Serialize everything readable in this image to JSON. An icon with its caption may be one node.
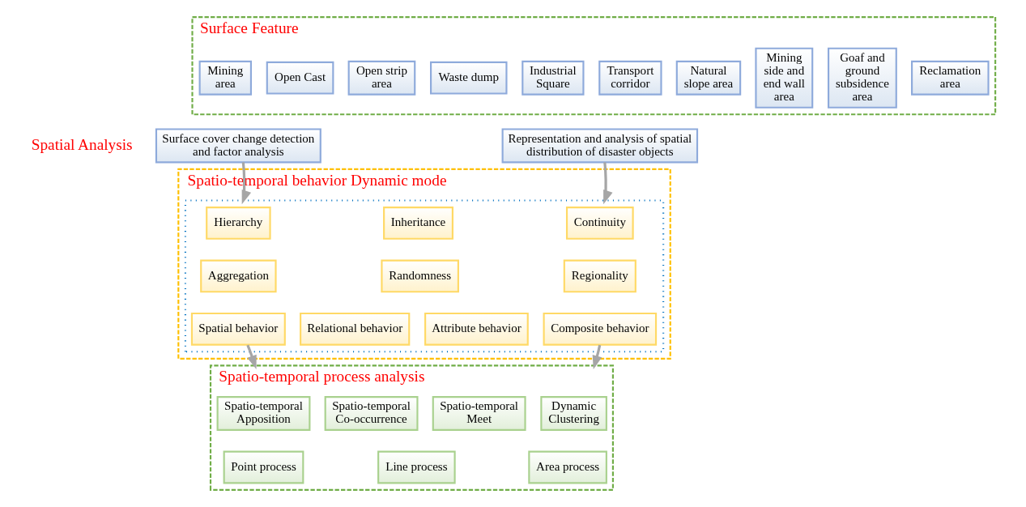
{
  "diagram": {
    "nodes": [
      {
        "text": [
          "Surface Feature"
        ]
      },
      {
        "text": [
          "Mining area"
        ],
        "in": 0
      },
      {
        "text": [
          "Open Cast"
        ],
        "in": 0
      },
      {
        "text": [
          "Open strip area"
        ],
        "in": 0
      },
      {
        "text": [
          "Waste dump"
        ],
        "in": 0
      },
      {
        "text": [
          "Industrial Square"
        ],
        "in": 0
      },
      {
        "text": [
          "Transport corridor"
        ],
        "in": 0
      },
      {
        "text": [
          "Natural slope area"
        ],
        "in": 0
      },
      {
        "text": [
          "Mining side and end wall area"
        ],
        "in": 0
      },
      {
        "text": [
          "Goaf and ground subsidence area"
        ],
        "in": 0
      },
      {
        "text": [
          "Reclamation area"
        ],
        "in": 0
      },
      {
        "text": [
          "Surface cover change detection and factor analysis"
        ]
      },
      {
        "text": [
          "Representation and analysis of spatial distribution of disaster objects"
        ]
      },
      {
        "text": [
          "Spatio-temporal behavior Dynamic mode"
        ]
      },
      {
        "text": [],
        "shape": "box",
        "in": 13
      },
      {
        "text": [
          "Hierarchy"
        ],
        "in": 14
      },
      {
        "text": [
          "Inheritance"
        ],
        "in": 14
      },
      {
        "text": [
          "Continuity"
        ],
        "in": 14
      },
      {
        "text": [
          "Aggregation"
        ],
        "in": 14
      },
      {
        "text": [
          "Randomness"
        ],
        "in": 14
      },
      {
        "text": [
          "Regionality"
        ],
        "in": 14
      },
      {
        "text": [
          "Spatial behavior"
        ],
        "in": 14
      },
      {
        "text": [
          "Relational behavior"
        ],
        "in": 14
      },
      {
        "text": [
          "Attribute behavior"
        ],
        "in": 14
      },
      {
        "text": [
          "Composite behavior"
        ],
        "in": 14
      },
      {
        "text": [
          "Spatio-temporal process analysis"
        ]
      },
      {
        "text": [
          "Spatio-temporal Apposition"
        ],
        "in": 25
      },
      {
        "text": [
          "Spatio-temporal Co-occurrence"
        ],
        "in": 25
      },
      {
        "text": [
          "Spatio-temporal Meet"
        ],
        "in": 25
      },
      {
        "text": [
          "Dynamic Clustering"
        ],
        "in": 25
      },
      {
        "text": [
          "Point process"
        ],
        "in": 25
      },
      {
        "text": [
          "Line process"
        ],
        "in": 25
      },
      {
        "text": [
          "Area process"
        ],
        "in": 25
      }
    ],
    "edges": [
      {
        "from": 11,
        "to": 14,
        "arrow": "to"
      },
      {
        "from": 12,
        "to": 14,
        "arrow": "to"
      },
      {
        "from": 21,
        "to": 25,
        "arrow": "to"
      },
      {
        "from": 24,
        "to": 25,
        "arrow": "to"
      }
    ],
    "labels": [
      "Spatial Analysis"
    ]
  }
}
